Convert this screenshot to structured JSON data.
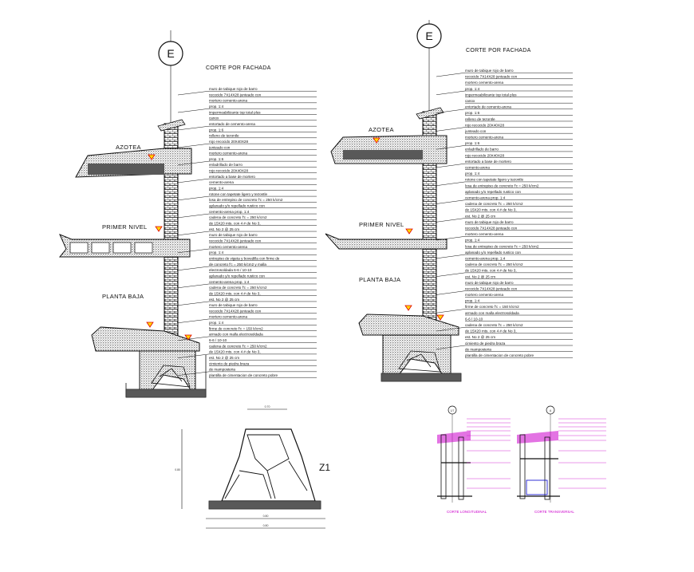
{
  "left_section": {
    "axis": "E",
    "title": "CORTE POR FACHADA",
    "levels": [
      "AZOTEA",
      "PRIMER NIVEL",
      "PLANTA BAJA"
    ],
    "annotations": [
      "muro de tabique rojo de barro",
      "recocido 7X14X28 junteado con",
      "mortero cemento-arena",
      "prop. 1:4",
      "impermeabilizante top total plus",
      "canox",
      "entortado de cemento-arena",
      "prop. 1:6",
      "relleno de tezontle",
      "rojo recocido 20X40X28",
      "junteado con",
      "mortero cemento-arena",
      "prop. 1:6",
      "enladrillado de barro",
      "rojo recocido 20X40X28",
      "entortado a base de mortero",
      "cemento-arena",
      "prop. 1:4",
      "rotone con tapetate ligero y tezontle",
      "losa de entrepiso de concreto f'c = 250 k/cm2",
      "aplanado y/o repellado rustico con",
      "cemento-arena prop. 1:4",
      "cadena de concreto f'c = 250 k/cm2",
      "de 15X20 mts. con 4 # de No 3,",
      "est. No 2 @ 25 cm",
      "muro de tabique rojo de barro",
      "recocido 7X14X28 junteado con",
      "mortero cemento-arena",
      "prop. 1:4",
      "entrepiso de vigeta y bovedilla con firme de",
      "de concreto f'c = 250 k/cm2 y malla",
      "electrosoldada 6-6 / 10-10",
      "aplanado y/o repellado rustico con",
      "cemento-arena prop. 1:4",
      "cadena de concreto f'c = 250 k/cm2",
      "de 15X20 mts. con 4 # de No 3,",
      "est. No 2 @ 25 cm",
      "muro de tabique rojo de barro",
      "recocido 7X14X28 junteado con",
      "mortero cemento-arena",
      "prop. 1:4",
      "firme de concreto f'c = 150 k/cm2",
      "armado con malla electrosoldada",
      "6-6 / 10-10",
      "cadena de concreto f'c = 250 k/cm2",
      "de 15X20 mts. con 4 # de No 3,",
      "est. No 2 @ 25 cm",
      "cimiento de piedra braza",
      "de mamposteria",
      "plantilla de cimentacion de concreto pobre"
    ]
  },
  "right_section": {
    "axis": "E",
    "title": "CORTE POR FACHADA",
    "levels": [
      "AZOTEA",
      "PRIMER NIVEL",
      "PLANTA BAJA"
    ],
    "annotations": [
      "muro de tabique rojo de barro",
      "recocido 7X14X28 junteado con",
      "mortero cemento-arena",
      "prop. 1:4",
      "impermeabilizante top total plus",
      "canox",
      "entortado de cemento-arena",
      "prop. 1:6",
      "relleno de tezontle",
      "rojo recocido 20X40X28",
      "junteado con",
      "mortero cemento-arena",
      "prop. 1:6",
      "enladrillado de barro",
      "rojo recocido 20X40X28",
      "entortado a base de mortero",
      "cemento-arena",
      "prop. 1:4",
      "rotone con tapetate ligero y tezontle",
      "losa de entrepiso de concreto f'c = 250 k/cm2",
      "aplanado y/o repellado rustico con",
      "cemento-arena prop. 1:4",
      "cadena de concreto f'c = 250 k/cm2",
      "de 15X20 mts. con 4 # de No 3,",
      "est. No 2 @ 25 cm",
      "muro de tabique rojo de barro",
      "recocido 7X14X28 junteado con",
      "mortero cemento-arena",
      "prop. 1:4",
      "losa de entrepiso de concreto f'c = 250 k/cm2",
      "aplanado y/o repellado rustico con",
      "cemento-arena prop. 1:4",
      "cadena de concreto f'c = 250 k/cm2",
      "de 15X20 mts. con 4 # de No 3,",
      "est. No 2 @ 25 cm",
      "muro de tabique rojo de barro",
      "recocido 7X14X28 junteado con",
      "mortero cemento-arena",
      "prop. 1:4",
      "firme de concreto f'c = 150 k/cm2",
      "armado con malla electrosoldada",
      "6-6 / 10-10",
      "cadena de concreto f'c = 250 k/cm2",
      "de 15X20 mts. con 4 # de No 3,",
      "est. No 2 @ 25 cm",
      "cimiento de piedra braza",
      "de mamposteria",
      "plantilla de cimentacion de concreto pobre"
    ]
  },
  "footing_detail": {
    "label": "Z1",
    "dim_top": "0.70",
    "dim_side": "0.80",
    "dim_bottom": "0.80",
    "dim_bottom2": "0.80"
  },
  "mini_sections": {
    "left_axis": "1/7",
    "right_axis": "A",
    "left_caption": "CORTE LONGITUDINAL",
    "right_caption": "CORTE TRANSVERSAL"
  },
  "colors": {
    "line": "#111111",
    "accent_magenta": "#cc00cc",
    "marker_red": "#e00000",
    "marker_yellow": "#ffd800"
  }
}
